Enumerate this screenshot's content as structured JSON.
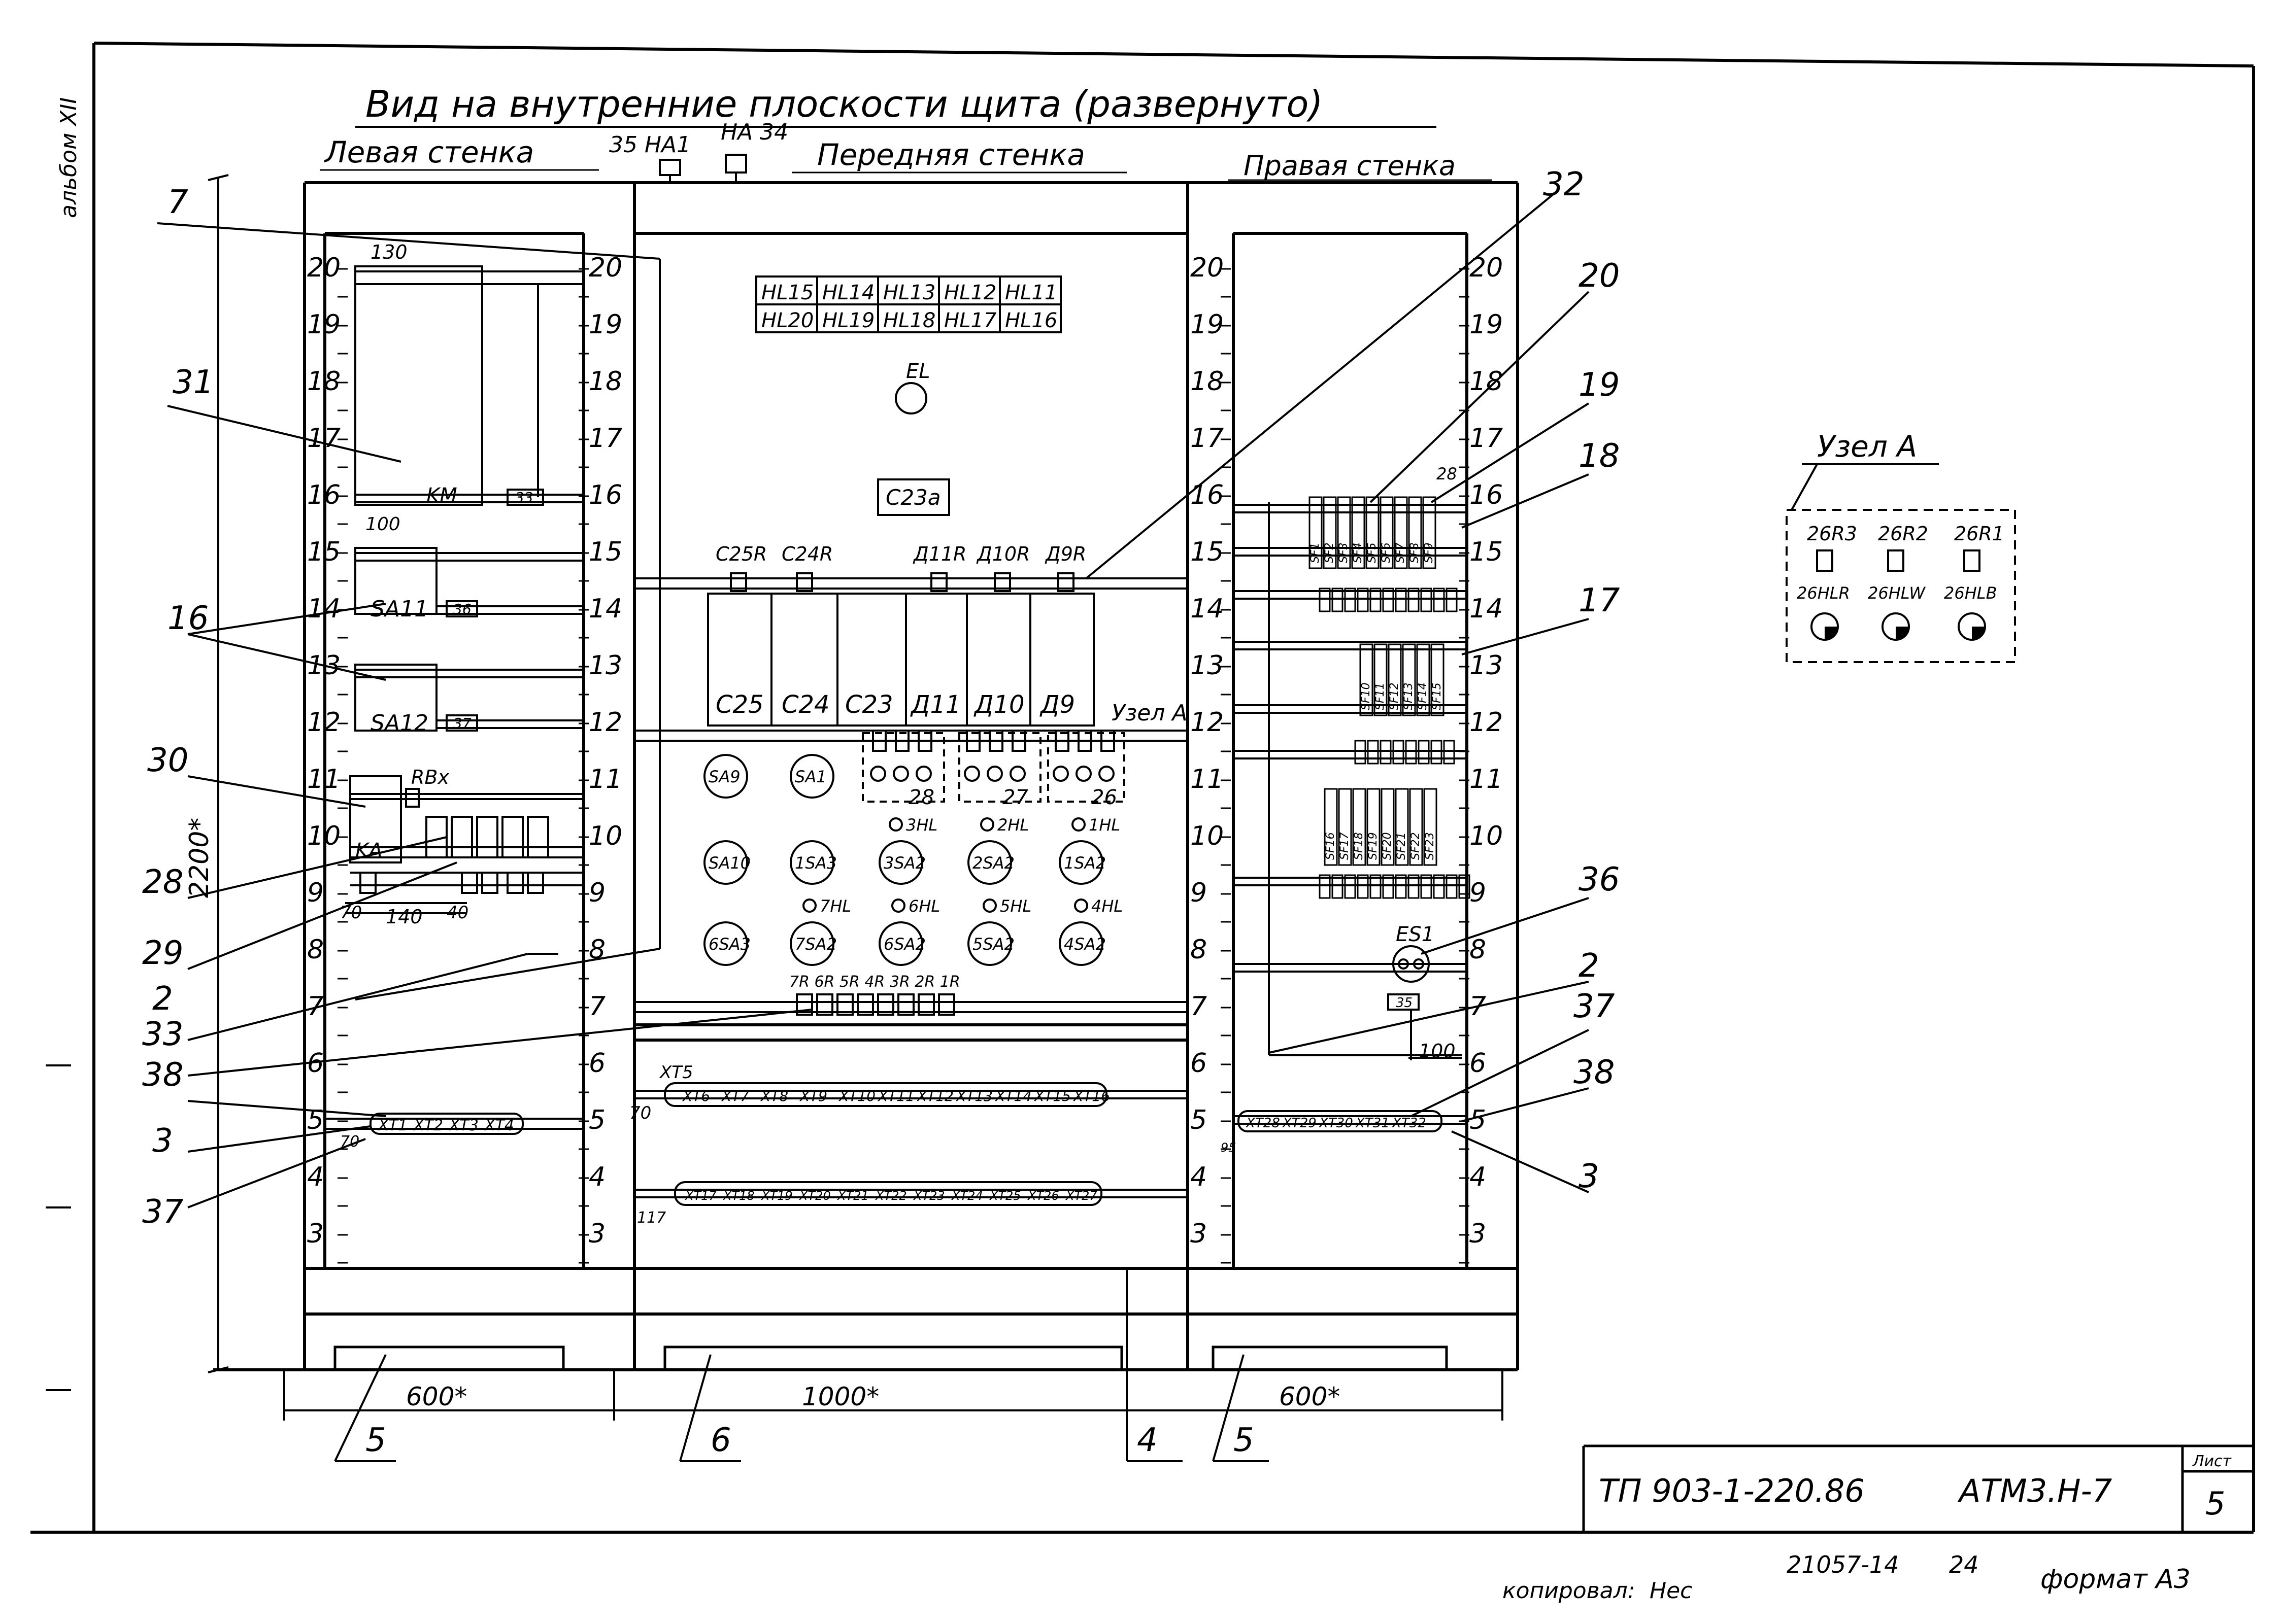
{
  "title": "Вид на внутренние плоскости щита (развернуто)",
  "side_label": "альбом XII",
  "walls": {
    "left": "Левая стенка",
    "front": "Передняя стенка",
    "right": "Правая стенка"
  },
  "top_devices": {
    "ha1": "35 HA1",
    "ha": "HA 34"
  },
  "ruler_numbers": [
    "20",
    "19",
    "18",
    "17",
    "16",
    "15",
    "14",
    "13",
    "12",
    "11",
    "10",
    "9",
    "8",
    "7",
    "6",
    "5",
    "4",
    "3"
  ],
  "callouts": {
    "c7": "7",
    "c31": "31",
    "c16": "16",
    "c30": "30",
    "c28": "28",
    "c29": "29",
    "c2l": "2",
    "c33": "33",
    "c38l": "38",
    "c3l": "3",
    "c37l": "37",
    "c32": "32",
    "c20": "20",
    "c19": "19",
    "c18": "18",
    "c17": "17",
    "c36": "36",
    "c2r": "2",
    "c37r": "37",
    "c38r": "38",
    "c3r": "3"
  },
  "left_wall": {
    "dim_130": "130",
    "km": "KM",
    "b33": "33",
    "dim_100": "100",
    "sa11": "SA11",
    "b36": "36",
    "sa12": "SA12",
    "b37": "37",
    "rbx": "RBx",
    "ka": "KA",
    "dim_70": "70",
    "dim_140": "140",
    "dim_40": "40",
    "terminals": [
      "XT1",
      "XT2",
      "XT3",
      "XT4"
    ],
    "dim_70b": "70"
  },
  "front_wall": {
    "hl_row1": [
      "HL15",
      "HL14",
      "HL13",
      "HL12",
      "HL11"
    ],
    "hl_row2": [
      "HL20",
      "HL19",
      "HL18",
      "HL17",
      "HL16"
    ],
    "el": "EL",
    "c23a": "C23a",
    "resistor_labels": [
      "C25R",
      "C24R",
      "Д11R",
      "Д10R",
      "Д9R"
    ],
    "modules": [
      "C25",
      "C24",
      "C23",
      "Д11",
      "Д10",
      "Д9"
    ],
    "uzel_ref": "Узел A",
    "groups": [
      "28",
      "27",
      "26"
    ],
    "row1": [
      "SA9",
      "SA1"
    ],
    "row2": [
      "SA10",
      "1SA3",
      "3SA2",
      "2SA2",
      "1SA2"
    ],
    "hl_row_a": [
      "3HL",
      "2HL",
      "1HL"
    ],
    "row3": [
      "6SA3",
      "7SA2",
      "6SA2",
      "5SA2",
      "4SA2"
    ],
    "hl_row_b": [
      "7HL",
      "6HL",
      "5HL",
      "4HL"
    ],
    "r_labels": "7R 6R 5R 4R 3R 2R 1R",
    "xt5": "XT5",
    "dim_70": "70",
    "dim_117": "117",
    "terminals_top": [
      "XT6",
      "XT7",
      "XT8",
      "XT9",
      "XT10",
      "XT11",
      "XT12",
      "XT13",
      "XT14",
      "XT15",
      "XT16"
    ],
    "terminals_bottom": [
      "XT17",
      "XT18",
      "XT19",
      "XT20",
      "XT21",
      "XT22",
      "XT23",
      "XT24",
      "XT25",
      "XT26",
      "XT27"
    ]
  },
  "right_wall": {
    "sf_row1": [
      "SF1",
      "SF2",
      "SF3",
      "SF4",
      "SF5",
      "SF6",
      "SF7",
      "SF8",
      "SF9"
    ],
    "label_28": "28",
    "sf_row2": [
      "SF10",
      "SF11",
      "SF12",
      "SF13",
      "SF14",
      "SF15"
    ],
    "sf_row3": [
      "SF16",
      "SF17",
      "SF18",
      "SF19",
      "SF20",
      "SF21",
      "SF22",
      "SF23"
    ],
    "es1": "ES1",
    "b35": "35",
    "dim_100": "100",
    "dim_95": "95",
    "terminals": [
      "XT28",
      "XT29",
      "XT30",
      "XT31",
      "XT32"
    ]
  },
  "dimensions": {
    "height": "2200*",
    "left": "600*",
    "center": "1000*",
    "right": "600*"
  },
  "bottom_callouts": [
    "5",
    "6",
    "4",
    "5"
  ],
  "uzel": {
    "title": "Узел A",
    "resistors": [
      "26R3",
      "26R2",
      "26R1"
    ],
    "lamps": [
      "26HLR",
      "26HLW",
      "26HLB"
    ]
  },
  "stamp": {
    "doc": "ТП 903-1-220.86",
    "code": "АТМ3.Н-7",
    "sheet_label": "Лист",
    "sheet": "5"
  },
  "footer": {
    "copied": "копировал:",
    "sign": "Нес",
    "num1": "21057-14",
    "num2": "24",
    "format": "формат А3"
  }
}
